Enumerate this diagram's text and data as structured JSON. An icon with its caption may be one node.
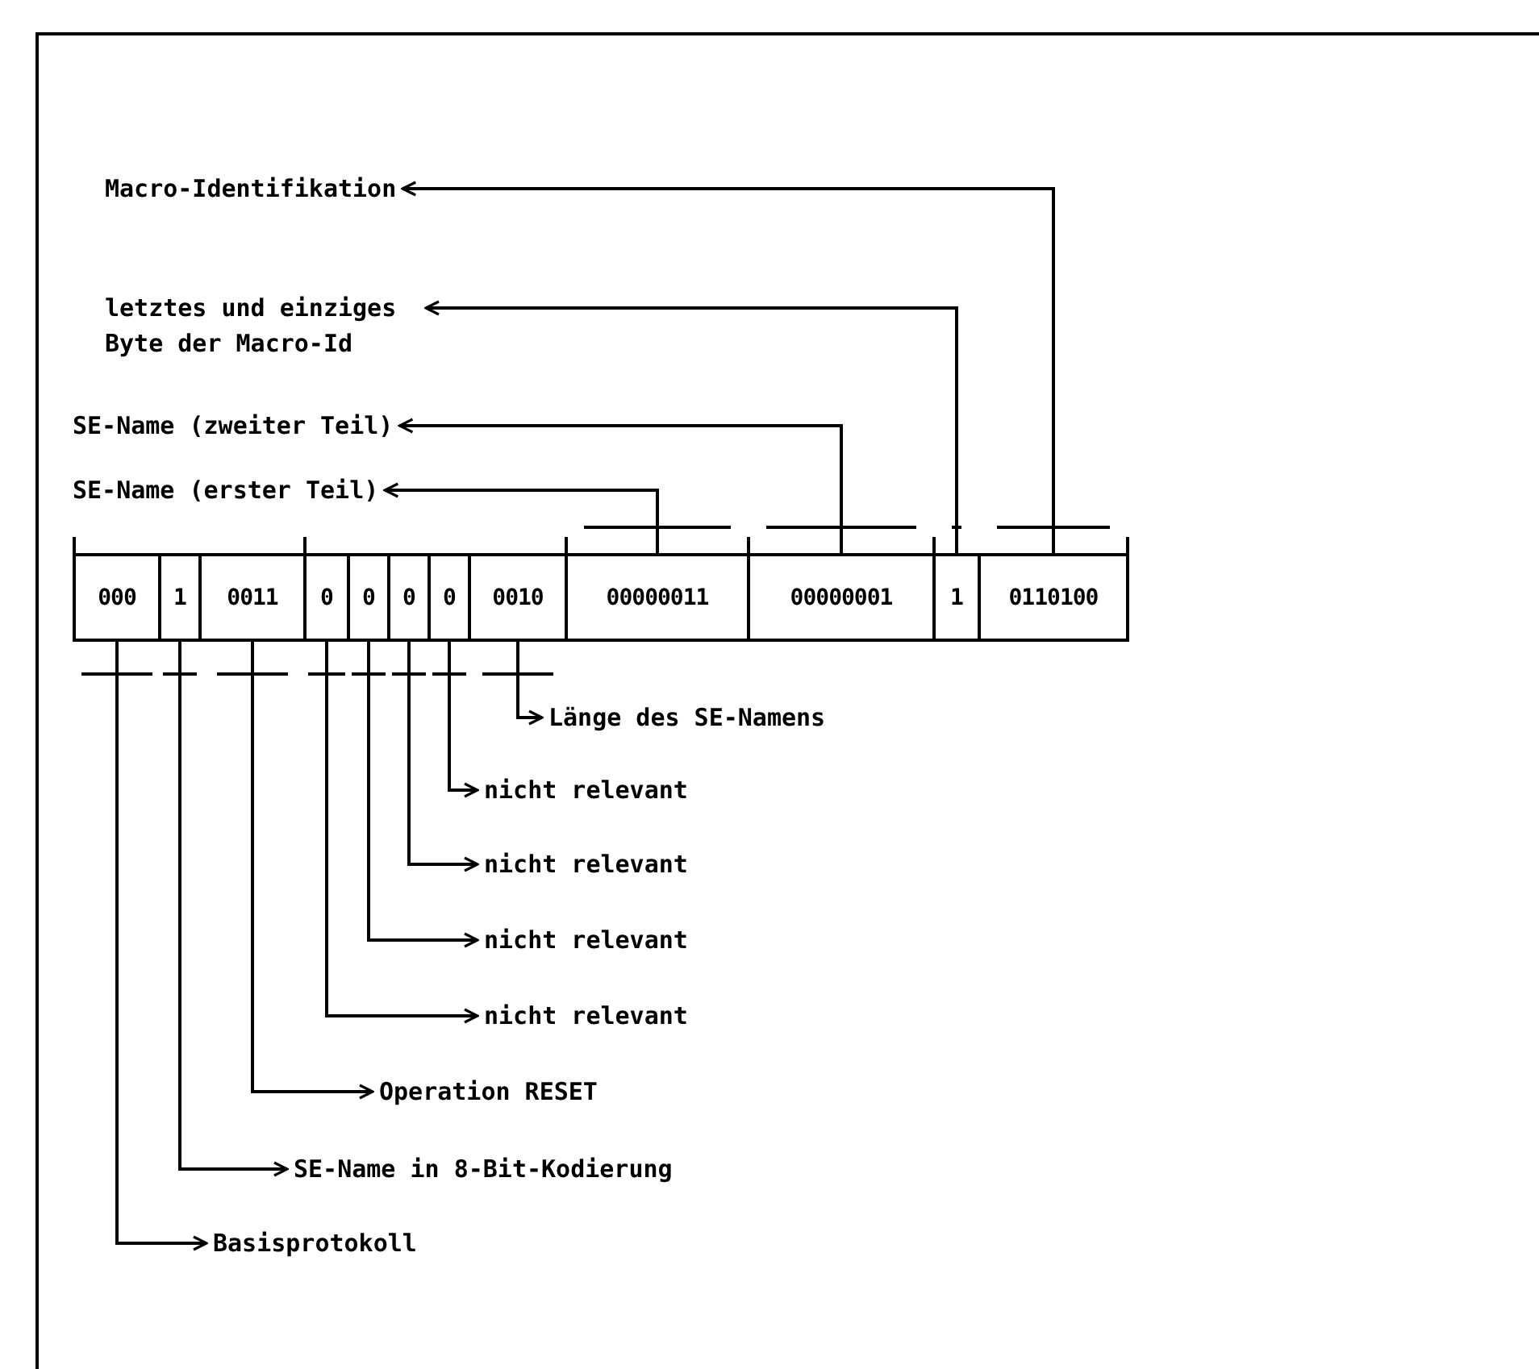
{
  "diagram": {
    "nodes": [
      {
        "text": [
          "Macro-Identifikation"
        ]
      },
      {
        "text": [
          "letztes und einziges Byte der Macro-Id"
        ]
      },
      {
        "text": [
          "SE-Name (zweiter Teil)"
        ]
      },
      {
        "text": [
          "SE-Name (erster Teil)"
        ]
      },
      {
        "text": [
          "000"
        ]
      },
      {
        "text": [
          "1"
        ]
      },
      {
        "text": [
          "0011"
        ]
      },
      {
        "text": [
          "0"
        ]
      },
      {
        "text": [
          "0"
        ]
      },
      {
        "text": [
          "0"
        ]
      },
      {
        "text": [
          "0"
        ]
      },
      {
        "text": [
          "0010"
        ]
      },
      {
        "text": [
          "00000011"
        ]
      },
      {
        "text": [
          "00000001"
        ]
      },
      {
        "text": [
          "1"
        ]
      },
      {
        "text": [
          "0110100"
        ]
      },
      {
        "text": [
          "Länge des SE-Namens"
        ]
      },
      {
        "text": [
          "nicht relevant"
        ]
      },
      {
        "text": [
          "nicht relevant"
        ]
      },
      {
        "text": [
          "nicht relevant"
        ]
      },
      {
        "text": [
          "nicht relevant"
        ]
      },
      {
        "text": [
          "Operation RESET"
        ]
      },
      {
        "text": [
          "SE-Name in 8-Bit-Kodierung"
        ]
      },
      {
        "text": [
          "Basisprotokoll"
        ]
      }
    ],
    "edges": [
      {
        "from": 15,
        "to": 0,
        "arrow": "to"
      },
      {
        "from": 14,
        "to": 1,
        "arrow": "to"
      },
      {
        "from": 13,
        "to": 2,
        "arrow": "to"
      },
      {
        "from": 12,
        "to": 3,
        "arrow": "to"
      },
      {
        "from": 11,
        "to": 16,
        "arrow": "to"
      },
      {
        "from": 10,
        "to": 17,
        "arrow": "to"
      },
      {
        "from": 9,
        "to": 18,
        "arrow": "to"
      },
      {
        "from": 8,
        "to": 19,
        "arrow": "to"
      },
      {
        "from": 7,
        "to": 20,
        "arrow": "to"
      },
      {
        "from": 6,
        "to": 21,
        "arrow": "to"
      },
      {
        "from": 5,
        "to": 22,
        "arrow": "to"
      },
      {
        "from": 4,
        "to": 23,
        "arrow": "to"
      }
    ]
  }
}
